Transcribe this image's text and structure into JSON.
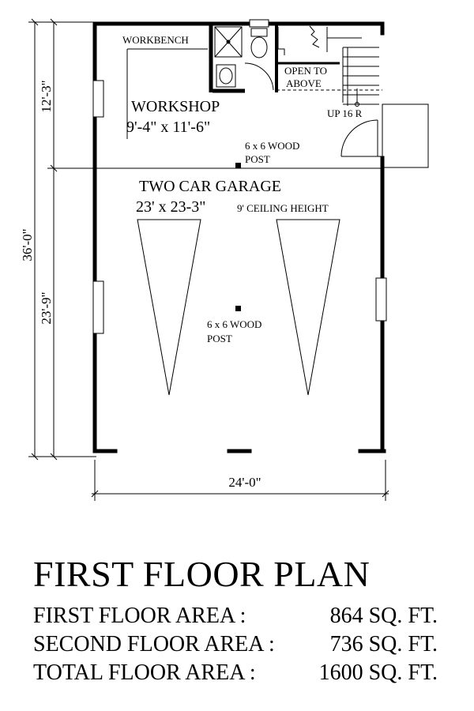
{
  "plan": {
    "dimensions": {
      "overall_depth": "36'-0\"",
      "upper_depth": "12'-3\"",
      "lower_depth": "23'-9\"",
      "width": "24'-0\""
    },
    "labels": {
      "workbench": "WORKBENCH",
      "open_line1": "OPEN TO",
      "open_line2": "ABOVE",
      "stair_note": "UP 16 R",
      "workshop_name": "WORKSHOP",
      "workshop_size": "9'-4\" x 11'-6\"",
      "post_top_line1": "6 x 6 WOOD",
      "post_top_line2": "POST",
      "garage_name": "TWO CAR GARAGE",
      "garage_size": "23'  x 23-3\"",
      "ceiling": "9' CEILING HEIGHT",
      "post_mid_line1": "6 x 6 WOOD",
      "post_mid_line2": "POST"
    }
  },
  "title": "FIRST FLOOR PLAN",
  "areas": [
    {
      "label": "FIRST FLOOR AREA :",
      "value": "864 SQ. FT."
    },
    {
      "label": "SECOND FLOOR AREA :",
      "value": "736 SQ. FT."
    },
    {
      "label": "TOTAL FLOOR AREA :",
      "value": "1600 SQ. FT."
    }
  ]
}
